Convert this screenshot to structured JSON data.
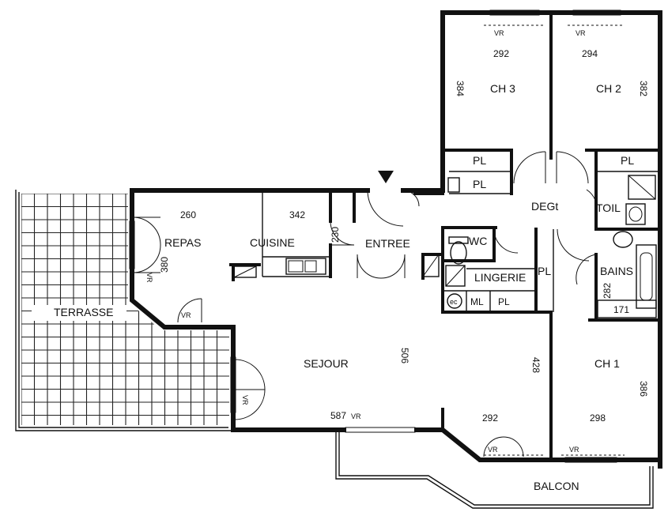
{
  "rooms": {
    "terrasse": "TERRASSE",
    "repas": "REPAS",
    "cuisine": "CUISINE",
    "entree": "ENTREE",
    "sejour": "SEJOUR",
    "ch3": "CH 3",
    "ch2": "CH 2",
    "ch1": "CH 1",
    "deg": "DEGt",
    "toil": "TOIL",
    "wc": "WC",
    "bains": "BAINS",
    "lingerie": "LINGERIE",
    "balcon": "BALCON"
  },
  "storage": {
    "pl_ch3_a": "PL",
    "pl_ch3_b": "PL",
    "pl_ch2": "PL",
    "pl_deg": "PL",
    "pl_lingerie": "PL",
    "ml": "ML",
    "ec": "ec"
  },
  "dimensions": {
    "repas_w": "260",
    "repas_h": "380",
    "cuisine_w": "342",
    "cuisine_h": "230",
    "sejour_h": "506",
    "sejour_w": "587",
    "ch3_w": "292",
    "ch3_h": "384",
    "ch2_w": "294",
    "ch2_h": "382",
    "ch1_w": "298",
    "ch1_h": "386",
    "bed3_w": "292",
    "bed3_h": "428",
    "bains_w": "171",
    "bains_h": "282"
  },
  "marks": {
    "vr": "VR"
  }
}
